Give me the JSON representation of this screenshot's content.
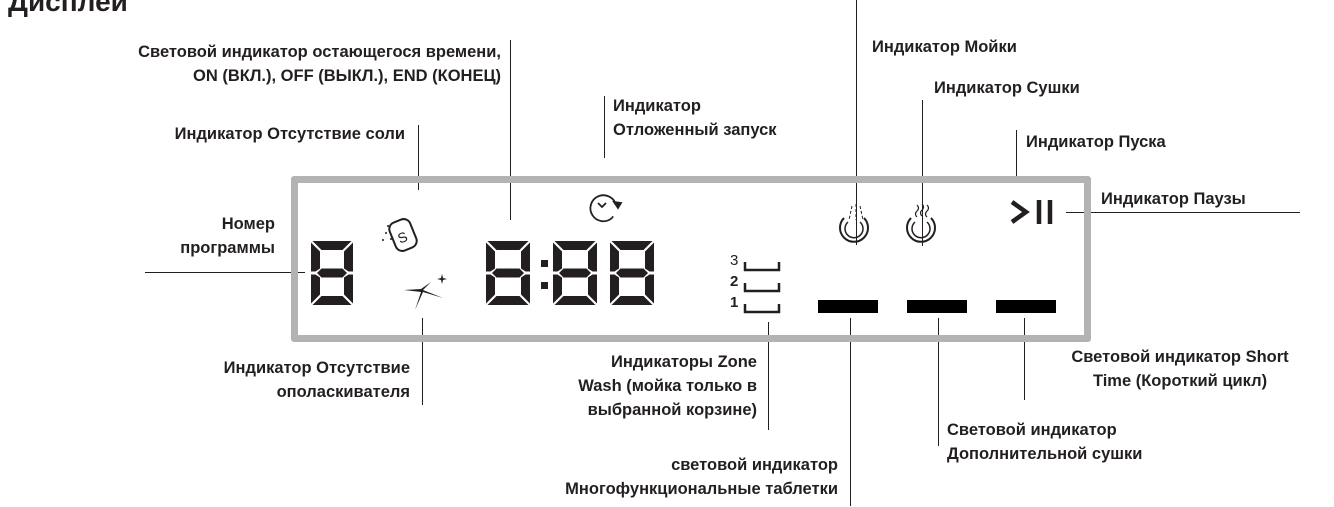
{
  "title": "Дисплей",
  "display": {
    "program_digit": "8",
    "time_digits": [
      "8",
      "8",
      "8"
    ],
    "zone_numbers": [
      "3",
      "2",
      "1"
    ]
  },
  "labels": {
    "remaining_time": [
      "Световой индикатор остающегося времени,",
      "ON (ВКЛ.), OFF (ВЫКЛ.), END (КОНЕЦ)"
    ],
    "no_salt": [
      "Индикатор Отсутствие соли"
    ],
    "delay_start": [
      "Индикатор",
      "Отложенный запуск"
    ],
    "wash": [
      "Индикатор Мойки"
    ],
    "dry": [
      "Индикатор Сушки"
    ],
    "start": [
      "Индикатор Пуска"
    ],
    "pause": [
      "Индикатор Паузы"
    ],
    "program_number": [
      "Номер",
      "программы"
    ],
    "no_rinse_aid": [
      "Индикатор Отсутствие",
      "ополаскивателя"
    ],
    "zone_wash": [
      "Индикаторы Zone",
      "Wash (мойка только в",
      "выбранной корзине)"
    ],
    "multi_tabs": [
      "световой индикатор",
      "Многофункциональные таблетки"
    ],
    "short_time": [
      "Световой индикатор Short",
      "Time (Короткий цикл)"
    ],
    "extra_dry": [
      "Световой индикатор",
      "Дополнительной сушки"
    ]
  },
  "icons": [
    "salt-icon",
    "rinse-aid-sparkle-icon",
    "delay-clock-icon",
    "wash-icon",
    "dry-icon",
    "start-pause-icon"
  ],
  "colors": {
    "ink": "#231f20",
    "frame": "#b3b3b3"
  }
}
